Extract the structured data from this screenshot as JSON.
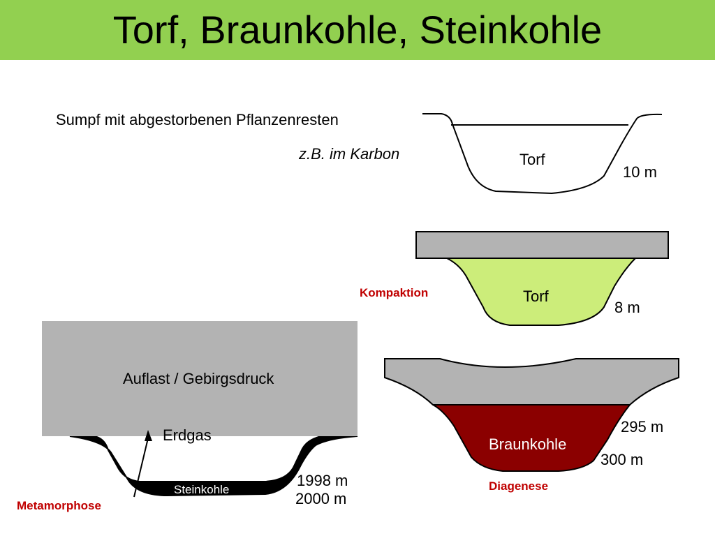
{
  "title": "Torf, Braunkohle, Steinkohle",
  "top_text": "Sumpf mit abgestorbenen Pflanzenresten",
  "example_text": "z.B. im Karbon",
  "stage1": {
    "layer_label": "Torf",
    "thickness": "10 m"
  },
  "stage2": {
    "layer_label": "Torf",
    "thickness": "8 m",
    "process": "Kompaktion"
  },
  "stage3": {
    "layer_label": "Braunkohle",
    "thickness_top": "295 m",
    "thickness_bottom": "300 m",
    "process": "Diagenese"
  },
  "stage4": {
    "overburden_label": "Auflast / Gebirgsdruck",
    "gas_label": "Erdgas",
    "layer_label": "Steinkohle",
    "thickness_top": "1998 m",
    "thickness_bottom": "2000 m",
    "process": "Metamorphose"
  },
  "colors": {
    "title_bar": "#92d050",
    "overburden": "#b3b3b3",
    "peat": "#cced7a",
    "lignite": "#8b0000",
    "hard_coal": "#000000",
    "process_label": "#c00000"
  }
}
